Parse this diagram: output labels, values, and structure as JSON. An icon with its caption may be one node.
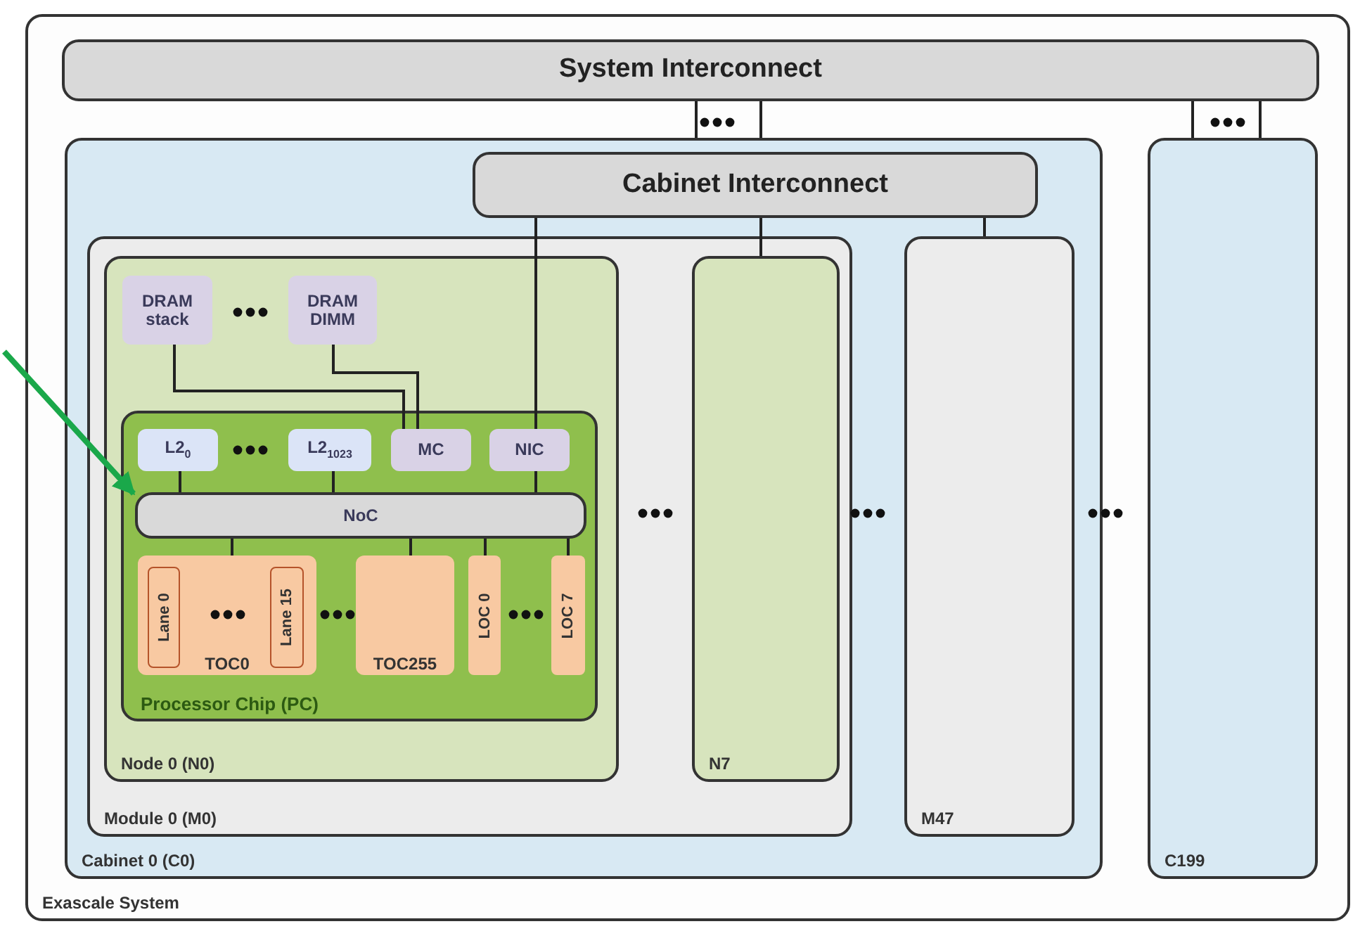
{
  "diagram": {
    "nodes": [
      {
        "text": [
          "Exascale System"
        ]
      },
      {
        "text": [
          "System Interconnect"
        ],
        "in": 0
      },
      {
        "text": [
          "Cabinet 0 (C0)"
        ],
        "in": 0
      },
      {
        "text": [
          "Cabinet Interconnect"
        ],
        "in": 2
      },
      {
        "text": [
          "Module 0 (M0)"
        ],
        "in": 2
      },
      {
        "text": [
          "Node 0 (N0)"
        ],
        "in": 4
      },
      {
        "text": [
          "DRAM stack"
        ],
        "in": 5
      },
      {
        "text": [
          "DRAM DIMM"
        ],
        "in": 5
      },
      {
        "text": [
          "Processor Chip (PC)"
        ],
        "in": 5
      },
      {
        "text": [
          "L2$_{0}$"
        ],
        "in": 8
      },
      {
        "text": [
          "L2$_{1023}$"
        ],
        "in": 8
      },
      {
        "text": [
          "MC"
        ],
        "in": 8
      },
      {
        "text": [
          "NIC"
        ],
        "in": 8
      },
      {
        "text": [
          "NoC"
        ],
        "in": 8
      },
      {
        "text": [
          "TOC0"
        ],
        "in": 8
      },
      {
        "text": [
          "Lane 0"
        ],
        "in": 14
      },
      {
        "text": [
          "Lane 15"
        ],
        "in": 14
      },
      {
        "text": [
          "TOC255"
        ],
        "in": 8
      },
      {
        "text": [
          "LOC 0"
        ],
        "in": 8
      },
      {
        "text": [
          "LOC 7"
        ],
        "in": 8
      },
      {
        "text": [
          "N7"
        ],
        "in": 4
      },
      {
        "text": [
          "M47"
        ],
        "in": 2
      },
      {
        "text": [
          "C199"
        ],
        "in": 0
      }
    ],
    "edges": [
      {
        "from": 1,
        "to": 2,
        "arrow": "none"
      },
      {
        "from": 1,
        "to": 2,
        "arrow": "none"
      },
      {
        "from": 1,
        "to": 22,
        "arrow": "none"
      },
      {
        "from": 1,
        "to": 22,
        "arrow": "none"
      },
      {
        "from": 3,
        "to": 12,
        "arrow": "none"
      },
      {
        "from": 3,
        "to": 20,
        "arrow": "none"
      },
      {
        "from": 3,
        "to": 21,
        "arrow": "none"
      },
      {
        "from": 6,
        "to": 11,
        "arrow": "none"
      },
      {
        "from": 7,
        "to": 11,
        "arrow": "none"
      },
      {
        "from": 9,
        "to": 13,
        "arrow": "none"
      },
      {
        "from": 10,
        "to": 13,
        "arrow": "none"
      },
      {
        "from": 12,
        "to": 13,
        "arrow": "none"
      },
      {
        "from": 13,
        "to": 14,
        "arrow": "none"
      },
      {
        "from": 13,
        "to": 17,
        "arrow": "none"
      },
      {
        "from": 13,
        "to": 18,
        "arrow": "none"
      },
      {
        "from": 13,
        "to": 19,
        "arrow": "none"
      },
      {
        "from": null,
        "to": 13,
        "arrow": "to",
        "style": "thick",
        "color": "#1aa84a"
      }
    ]
  }
}
